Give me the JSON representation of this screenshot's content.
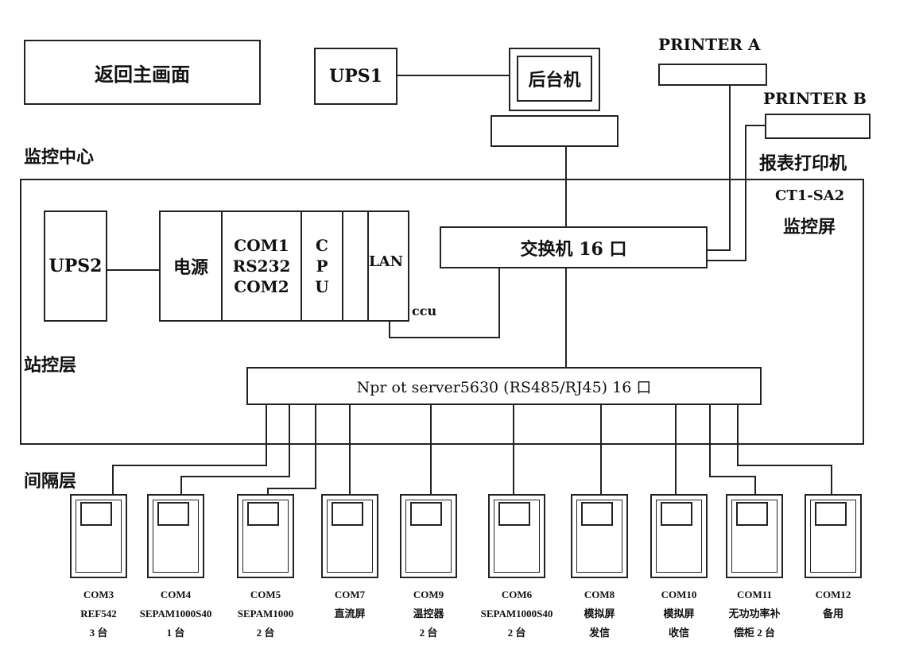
{
  "header": {
    "home_button": "返回主画面",
    "ups1": "UPS1",
    "host": "后台机",
    "printer_a": "PRINTER A",
    "printer_b": "PRINTER B",
    "report_printer": "报表打印机"
  },
  "layers": {
    "monitor_center": "监控中心",
    "station": "站控层",
    "bay": "间隔层"
  },
  "station": {
    "screen_model": "CT1-SA2",
    "screen_label": "监控屏",
    "ups2": "UPS2",
    "power": "电源",
    "com": "COM1\nRS232\nCOM2",
    "cpu": "C\nP\nU",
    "lan": "LAN",
    "ccu": "ccu",
    "switch": "交换机 16 口",
    "npr": "Npr ot server5630 (RS485/RJ45) 16 口"
  },
  "devices": [
    {
      "port": "COM3",
      "name": "REF542",
      "count": "3 台"
    },
    {
      "port": "COM4",
      "name": "SEPAM1000S40",
      "count": "1 台"
    },
    {
      "port": "COM5",
      "name": "SEPAM1000",
      "count": "2 台"
    },
    {
      "port": "COM7",
      "name": "直流屏",
      "count": ""
    },
    {
      "port": "COM9",
      "name": "温控器",
      "count": "2 台"
    },
    {
      "port": "COM6",
      "name": "SEPAM1000S40",
      "count": "2 台"
    },
    {
      "port": "COM8",
      "name": "模拟屏",
      "count": "发信"
    },
    {
      "port": "COM10",
      "name": "模拟屏",
      "count": "收信"
    },
    {
      "port": "COM11",
      "name": "无功功率补",
      "count": "偿柜 2 台"
    },
    {
      "port": "COM12",
      "name": "备用",
      "count": ""
    }
  ]
}
